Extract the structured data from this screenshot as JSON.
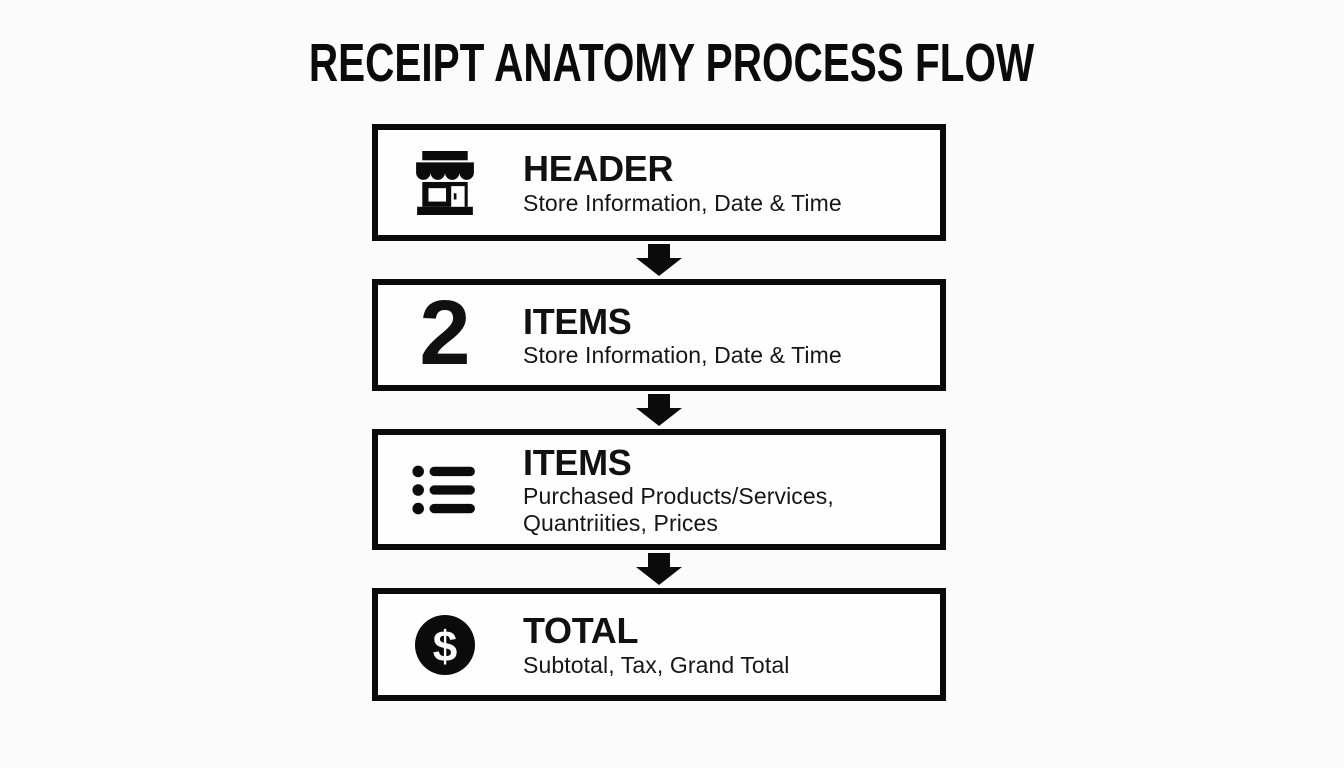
{
  "page": {
    "title": "RECEIPT ANATOMY PROCESS FLOW",
    "background": "#fbfbfb",
    "ink": "#0b0b0b"
  },
  "flow": {
    "connector_icon": "down-arrow",
    "steps": [
      {
        "icon": "storefront-icon",
        "title": "HEADER",
        "subtitle": "Store Information, Date & Time"
      },
      {
        "icon": "number-2-badge",
        "icon_label": "2",
        "title": "ITEMS",
        "subtitle": "Store Information, Date & Time"
      },
      {
        "icon": "bulleted-list-icon",
        "title": "ITEMS",
        "subtitle": "Purchased Products/Services, Quantriities, Prices"
      },
      {
        "icon": "dollar-coin-icon",
        "icon_label": "$",
        "title": "TOTAL",
        "subtitle": "Subtotal, Tax, Grand Total"
      }
    ]
  }
}
